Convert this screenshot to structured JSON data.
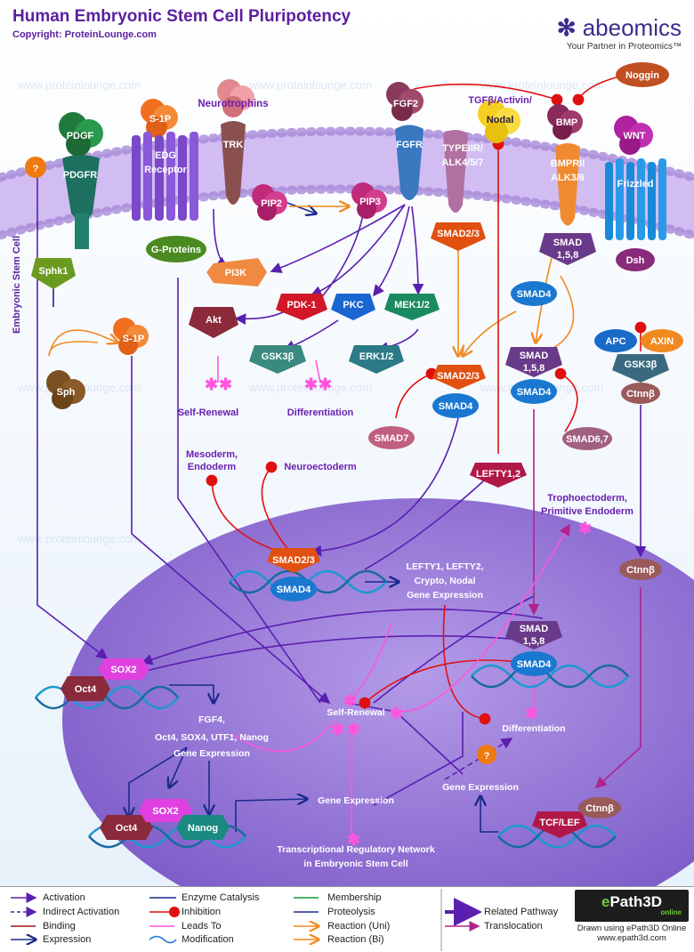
{
  "header": {
    "title": "Human Embryonic Stem Cell Pluripotency",
    "copyright_prefix": "Copyright:",
    "copyright_site": "ProteinLounge.com",
    "brand": "abeomics",
    "brand_tagline": "Your Partner in Proteomics™"
  },
  "side_label": "Embryonic Stem Cell",
  "watermark": "www.proteinlounge.com",
  "nodes": {
    "pdgf": "PDGF",
    "pdgfr": "PDGFR",
    "q1": "?",
    "sphk1": "Sphk1",
    "sph": "Sph",
    "s1p_top": "S-1P",
    "s1p_mid": "S-1P",
    "edg": "EDG",
    "receptor": "Receptor",
    "gproteins": "G-Proteins",
    "neurotrophins": "Neurotrophins",
    "trk": "TRK",
    "pip2": "PIP2",
    "pip3": "PIP3",
    "pi3k": "PI3K",
    "akt": "Akt",
    "pdk1": "PDK-1",
    "pkc": "PKC",
    "mek": "MEK1/2",
    "gsk3b": "GSK3β",
    "erk": "ERK1/2",
    "fgf2": "FGF2",
    "fgfr": "FGFR",
    "tgfb_l1": "TGFβ/Activin/",
    "tgfb_l2": "Nodal",
    "typeiir_1": "TYPEIIR/",
    "typeiir_2": "ALK4/5/7",
    "smad23_rec": "SMAD2/3",
    "smad23_mid": "SMAD2/3",
    "smad4_mid": "SMAD4",
    "smad7": "SMAD7",
    "lefty": "LEFTY1,2",
    "noggin": "Noggin",
    "bmp": "BMP",
    "bmprii_1": "BMPRII",
    "bmprii_2": "ALK3/6",
    "smad158_rec_1": "SMAD",
    "smad158_rec_2": "1,5,8",
    "smad4_right": "SMAD4",
    "smad158_mid_1": "SMAD",
    "smad158_mid_2": "1,5,8",
    "smad4_mid2": "SMAD4",
    "smad67": "SMAD6,7",
    "wnt": "WNT",
    "frizzled": "Frizzled",
    "dsh": "Dsh",
    "apc": "APC",
    "axin": "AXIN",
    "gsk3b_right": "GSK3β",
    "ctnnb_1": "Ctnnβ",
    "ctnnb_2": "Ctnnβ",
    "ctnnb_3": "Ctnnβ",
    "smad23_nuc": "SMAD2/3",
    "smad4_nuc": "SMAD4",
    "sox2_1": "SOX2",
    "oct4_1": "Oct4",
    "oct4_2": "Oct4",
    "sox2_2": "SOX2",
    "nanog": "Nanog",
    "smad158_nuc_1": "SMAD",
    "smad158_nuc_2": "1,5,8",
    "smad4_nuc2": "SMAD4",
    "tcf": "TCF/LEF",
    "q2": "?"
  },
  "outcomes": {
    "self_renewal_top": "Self-Renewal",
    "differentiation_top": "Differentiation",
    "mesoderm_1": "Mesoderm,",
    "mesoderm_2": "Endoderm",
    "neuroectoderm": "Neuroectoderm",
    "tropho_1": "Trophoectoderm,",
    "tropho_2": "Primitive Endoderm",
    "lefty_expr_1": "LEFTY1, LEFTY2,",
    "lefty_expr_2": "Crypto, Nodal",
    "lefty_expr_3": "Gene Expression",
    "fgf4_1": "FGF4,",
    "fgf4_2": "Oct4, SOX4, UTF1, Nanog",
    "fgf4_3": "Gene Expression",
    "self_renewal_nuc": "Self-Renewal",
    "differentiation_nuc": "Differentiation",
    "gene_expr_1": "Gene Expression",
    "gene_expr_2": "Gene Expression",
    "trn_1": "Transcriptional Regulatory Network",
    "trn_2": "in Embryonic Stem Cell"
  },
  "legend": {
    "col1": [
      "Activation",
      "Indirect Activation",
      "Binding",
      "Expression"
    ],
    "col2": [
      "Enzyme Catalysis",
      "Inhibition",
      "Leads To",
      "Modification"
    ],
    "col3": [
      "Membership",
      "Proteolysis",
      "Reaction (Uni)",
      "Reaction (Bi)"
    ],
    "col4": [
      "Related Pathway",
      "Translocation"
    ]
  },
  "epath": {
    "logo_letter": "e",
    "logo_text": "Path3D",
    "logo_sub": "online",
    "caption_1": "Drawn using ePath3D Online",
    "caption_2": "www.epath3d.com"
  },
  "colors": {
    "activation": "#5a1fb0",
    "inhibition": "#e01010",
    "leads_to": "#ff55dd",
    "reaction": "#f08a20",
    "expression": "#1a2a8a",
    "membrane": "#b79be6",
    "nucleus": "#8a6bd0"
  }
}
